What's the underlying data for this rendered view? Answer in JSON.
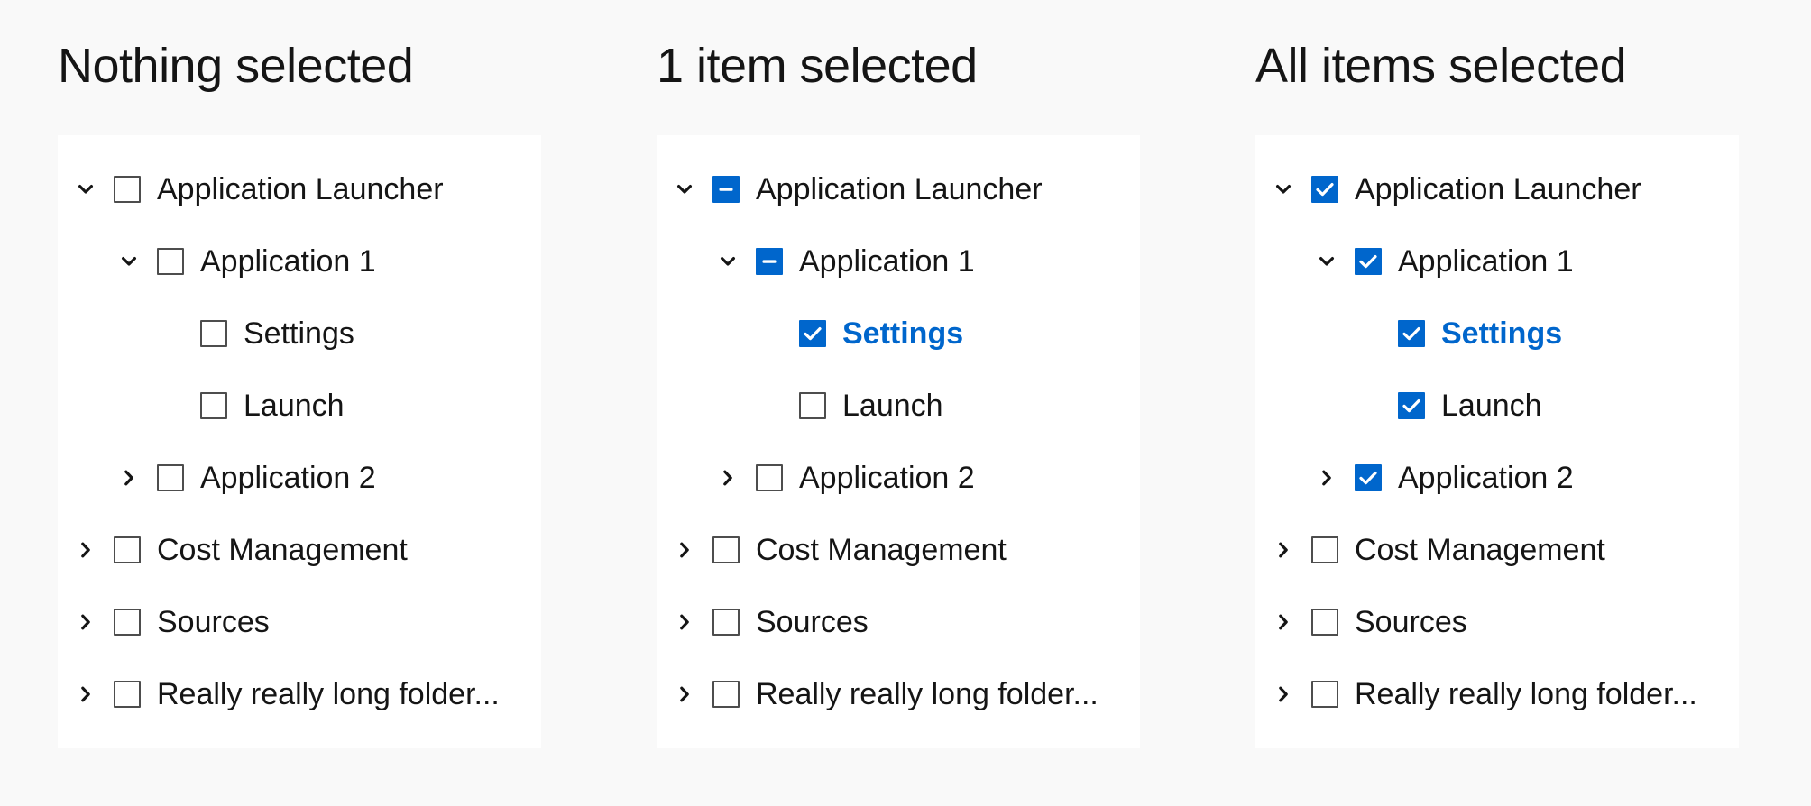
{
  "colors": {
    "accent": "#0066cc",
    "page_background": "#f9f9f9",
    "panel_background": "#ffffff",
    "text": "#151515",
    "checkbox_border": "#4d4d4d"
  },
  "icons": {
    "expanded": "chevron-down-icon",
    "collapsed": "chevron-right-icon",
    "checked": "checkmark-icon",
    "indeterminate": "dash-icon"
  },
  "panels": [
    {
      "title": "Nothing selected",
      "rows": [
        {
          "label": "Application Launcher",
          "level": 0,
          "toggle": "expanded",
          "state": "unchecked"
        },
        {
          "label": "Application 1",
          "level": 1,
          "toggle": "expanded",
          "state": "unchecked"
        },
        {
          "label": "Settings",
          "level": 2,
          "toggle": "none",
          "state": "unchecked"
        },
        {
          "label": "Launch",
          "level": 2,
          "toggle": "none",
          "state": "unchecked"
        },
        {
          "label": "Application 2",
          "level": 1,
          "toggle": "collapsed",
          "state": "unchecked"
        },
        {
          "label": "Cost Management",
          "level": 0,
          "toggle": "collapsed",
          "state": "unchecked"
        },
        {
          "label": "Sources",
          "level": 0,
          "toggle": "collapsed",
          "state": "unchecked"
        },
        {
          "label": "Really really long folder...",
          "level": 0,
          "toggle": "collapsed",
          "state": "unchecked"
        }
      ]
    },
    {
      "title": "1 item selected",
      "rows": [
        {
          "label": "Application Launcher",
          "level": 0,
          "toggle": "expanded",
          "state": "indeterminate"
        },
        {
          "label": "Application 1",
          "level": 1,
          "toggle": "expanded",
          "state": "indeterminate"
        },
        {
          "label": "Settings",
          "level": 2,
          "toggle": "none",
          "state": "checked",
          "selected": true
        },
        {
          "label": "Launch",
          "level": 2,
          "toggle": "none",
          "state": "unchecked"
        },
        {
          "label": "Application 2",
          "level": 1,
          "toggle": "collapsed",
          "state": "unchecked"
        },
        {
          "label": "Cost Management",
          "level": 0,
          "toggle": "collapsed",
          "state": "unchecked"
        },
        {
          "label": "Sources",
          "level": 0,
          "toggle": "collapsed",
          "state": "unchecked"
        },
        {
          "label": "Really really long folder...",
          "level": 0,
          "toggle": "collapsed",
          "state": "unchecked"
        }
      ]
    },
    {
      "title": "All items selected",
      "rows": [
        {
          "label": "Application Launcher",
          "level": 0,
          "toggle": "expanded",
          "state": "checked"
        },
        {
          "label": "Application 1",
          "level": 1,
          "toggle": "expanded",
          "state": "checked"
        },
        {
          "label": "Settings",
          "level": 2,
          "toggle": "none",
          "state": "checked",
          "selected": true
        },
        {
          "label": "Launch",
          "level": 2,
          "toggle": "none",
          "state": "checked"
        },
        {
          "label": "Application 2",
          "level": 1,
          "toggle": "collapsed",
          "state": "checked"
        },
        {
          "label": "Cost Management",
          "level": 0,
          "toggle": "collapsed",
          "state": "unchecked"
        },
        {
          "label": "Sources",
          "level": 0,
          "toggle": "collapsed",
          "state": "unchecked"
        },
        {
          "label": "Really really long folder...",
          "level": 0,
          "toggle": "collapsed",
          "state": "unchecked"
        }
      ]
    }
  ]
}
